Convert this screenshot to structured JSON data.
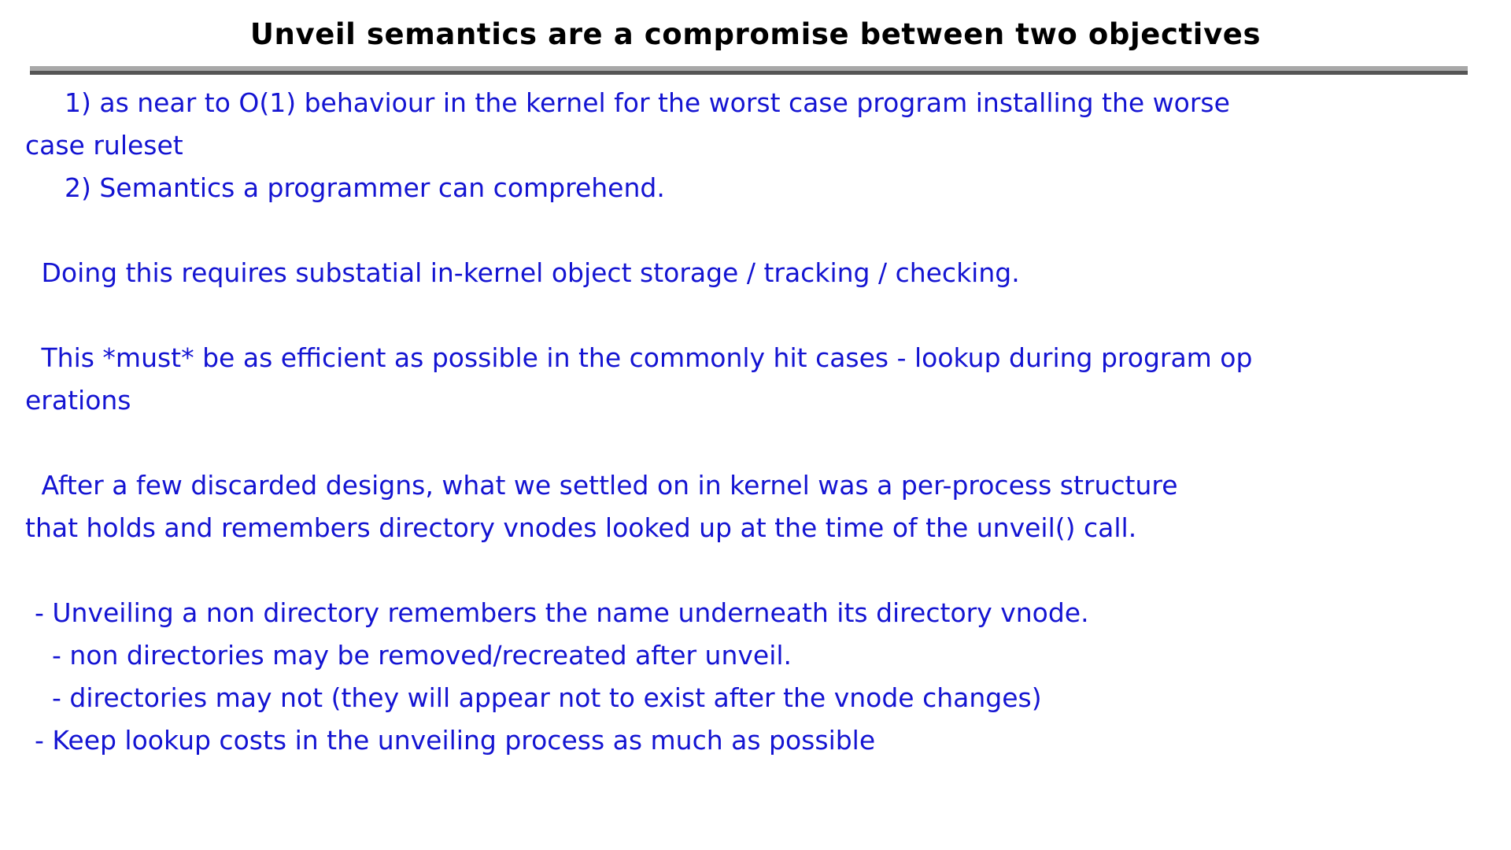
{
  "slide": {
    "title": "Unveil semantics are a compromise between two objectives",
    "title_color": "#000000",
    "body_color": "#1414d2",
    "background_color": "#ffffff",
    "rule_color_top": "#a8a8a8",
    "rule_color_bottom": "#555555",
    "body": {
      "objective_1": "1) as near to O(1) behaviour in the kernel for the worst case program installing the worse",
      "objective_1_wrap": "case ruleset",
      "objective_2": "2) Semantics a programmer can comprehend.",
      "paragraph_storage": " Doing this requires substatial in-kernel object storage / tracking / checking.",
      "paragraph_efficient": " This *must* be as efficient as possible in the commonly hit cases - lookup during program op",
      "paragraph_efficient_wrap": "erations",
      "paragraph_design": " After a few discarded designs, what we settled on in kernel was a per-process structure",
      "paragraph_design_wrap": "that holds and remembers directory vnodes looked up at the time of the unveil() call.",
      "bullet_1": "- Unveiling a non directory remembers the name underneath its directory vnode.",
      "bullet_1_sub_1": "- non directories may be removed/recreated after unveil.",
      "bullet_1_sub_2": "- directories may not (they will appear not to exist after the vnode changes)",
      "bullet_2": "- Keep lookup costs in the unveiling process as much as possible"
    }
  }
}
